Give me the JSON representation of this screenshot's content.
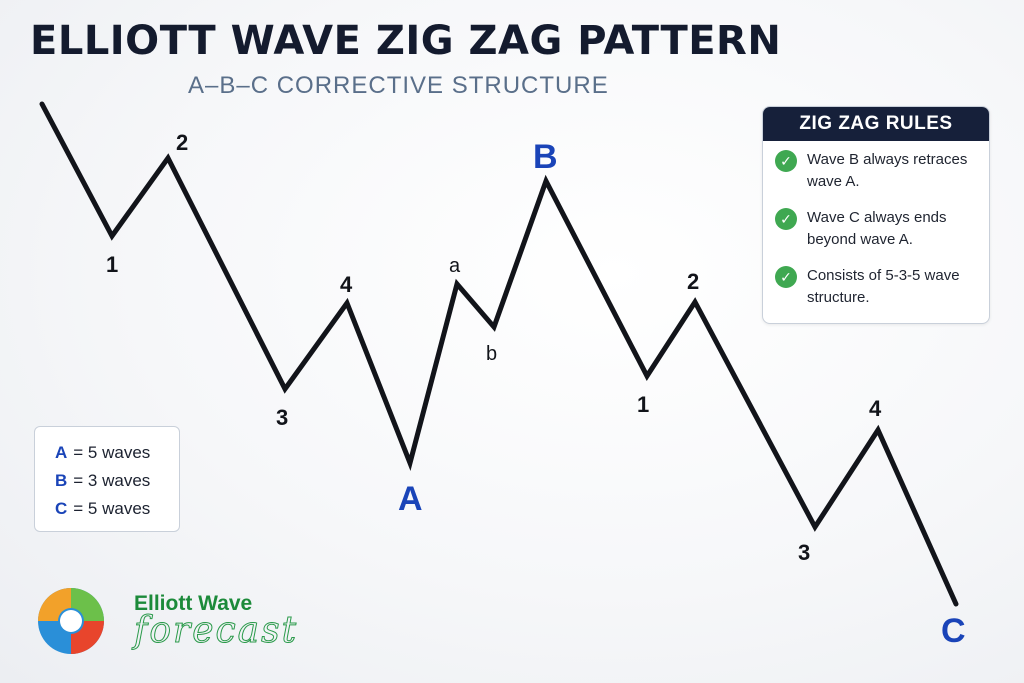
{
  "header": {
    "title": "ELLIOTT WAVE ZIG ZAG PATTERN",
    "subtitle": "A–B–C CORRECTIVE STRUCTURE"
  },
  "wave": {
    "labels": {
      "a1": "1",
      "a2": "2",
      "a3": "3",
      "a4": "4",
      "A": "A",
      "ba": "a",
      "bb": "b",
      "B": "B",
      "c1": "1",
      "c2": "2",
      "c3": "3",
      "c4": "4",
      "C": "C"
    }
  },
  "rules": {
    "title": "ZIG ZAG RULES",
    "items": [
      "Wave B always retraces wave A.",
      "Wave C always ends beyond wave A.",
      "Consists of 5-3-5 wave structure."
    ]
  },
  "legend": {
    "rows": [
      {
        "letter": "A",
        "text": "= 5 waves"
      },
      {
        "letter": "B",
        "text": "= 3 waves"
      },
      {
        "letter": "C",
        "text": "= 5 waves"
      }
    ]
  },
  "logo": {
    "line1": "Elliott Wave",
    "line2": "forecast"
  },
  "colors": {
    "line": "#12141a",
    "major_label": "#1a44b8",
    "minor_label": "#12141a",
    "check": "#3fa851",
    "header_bg": "#16203a"
  }
}
